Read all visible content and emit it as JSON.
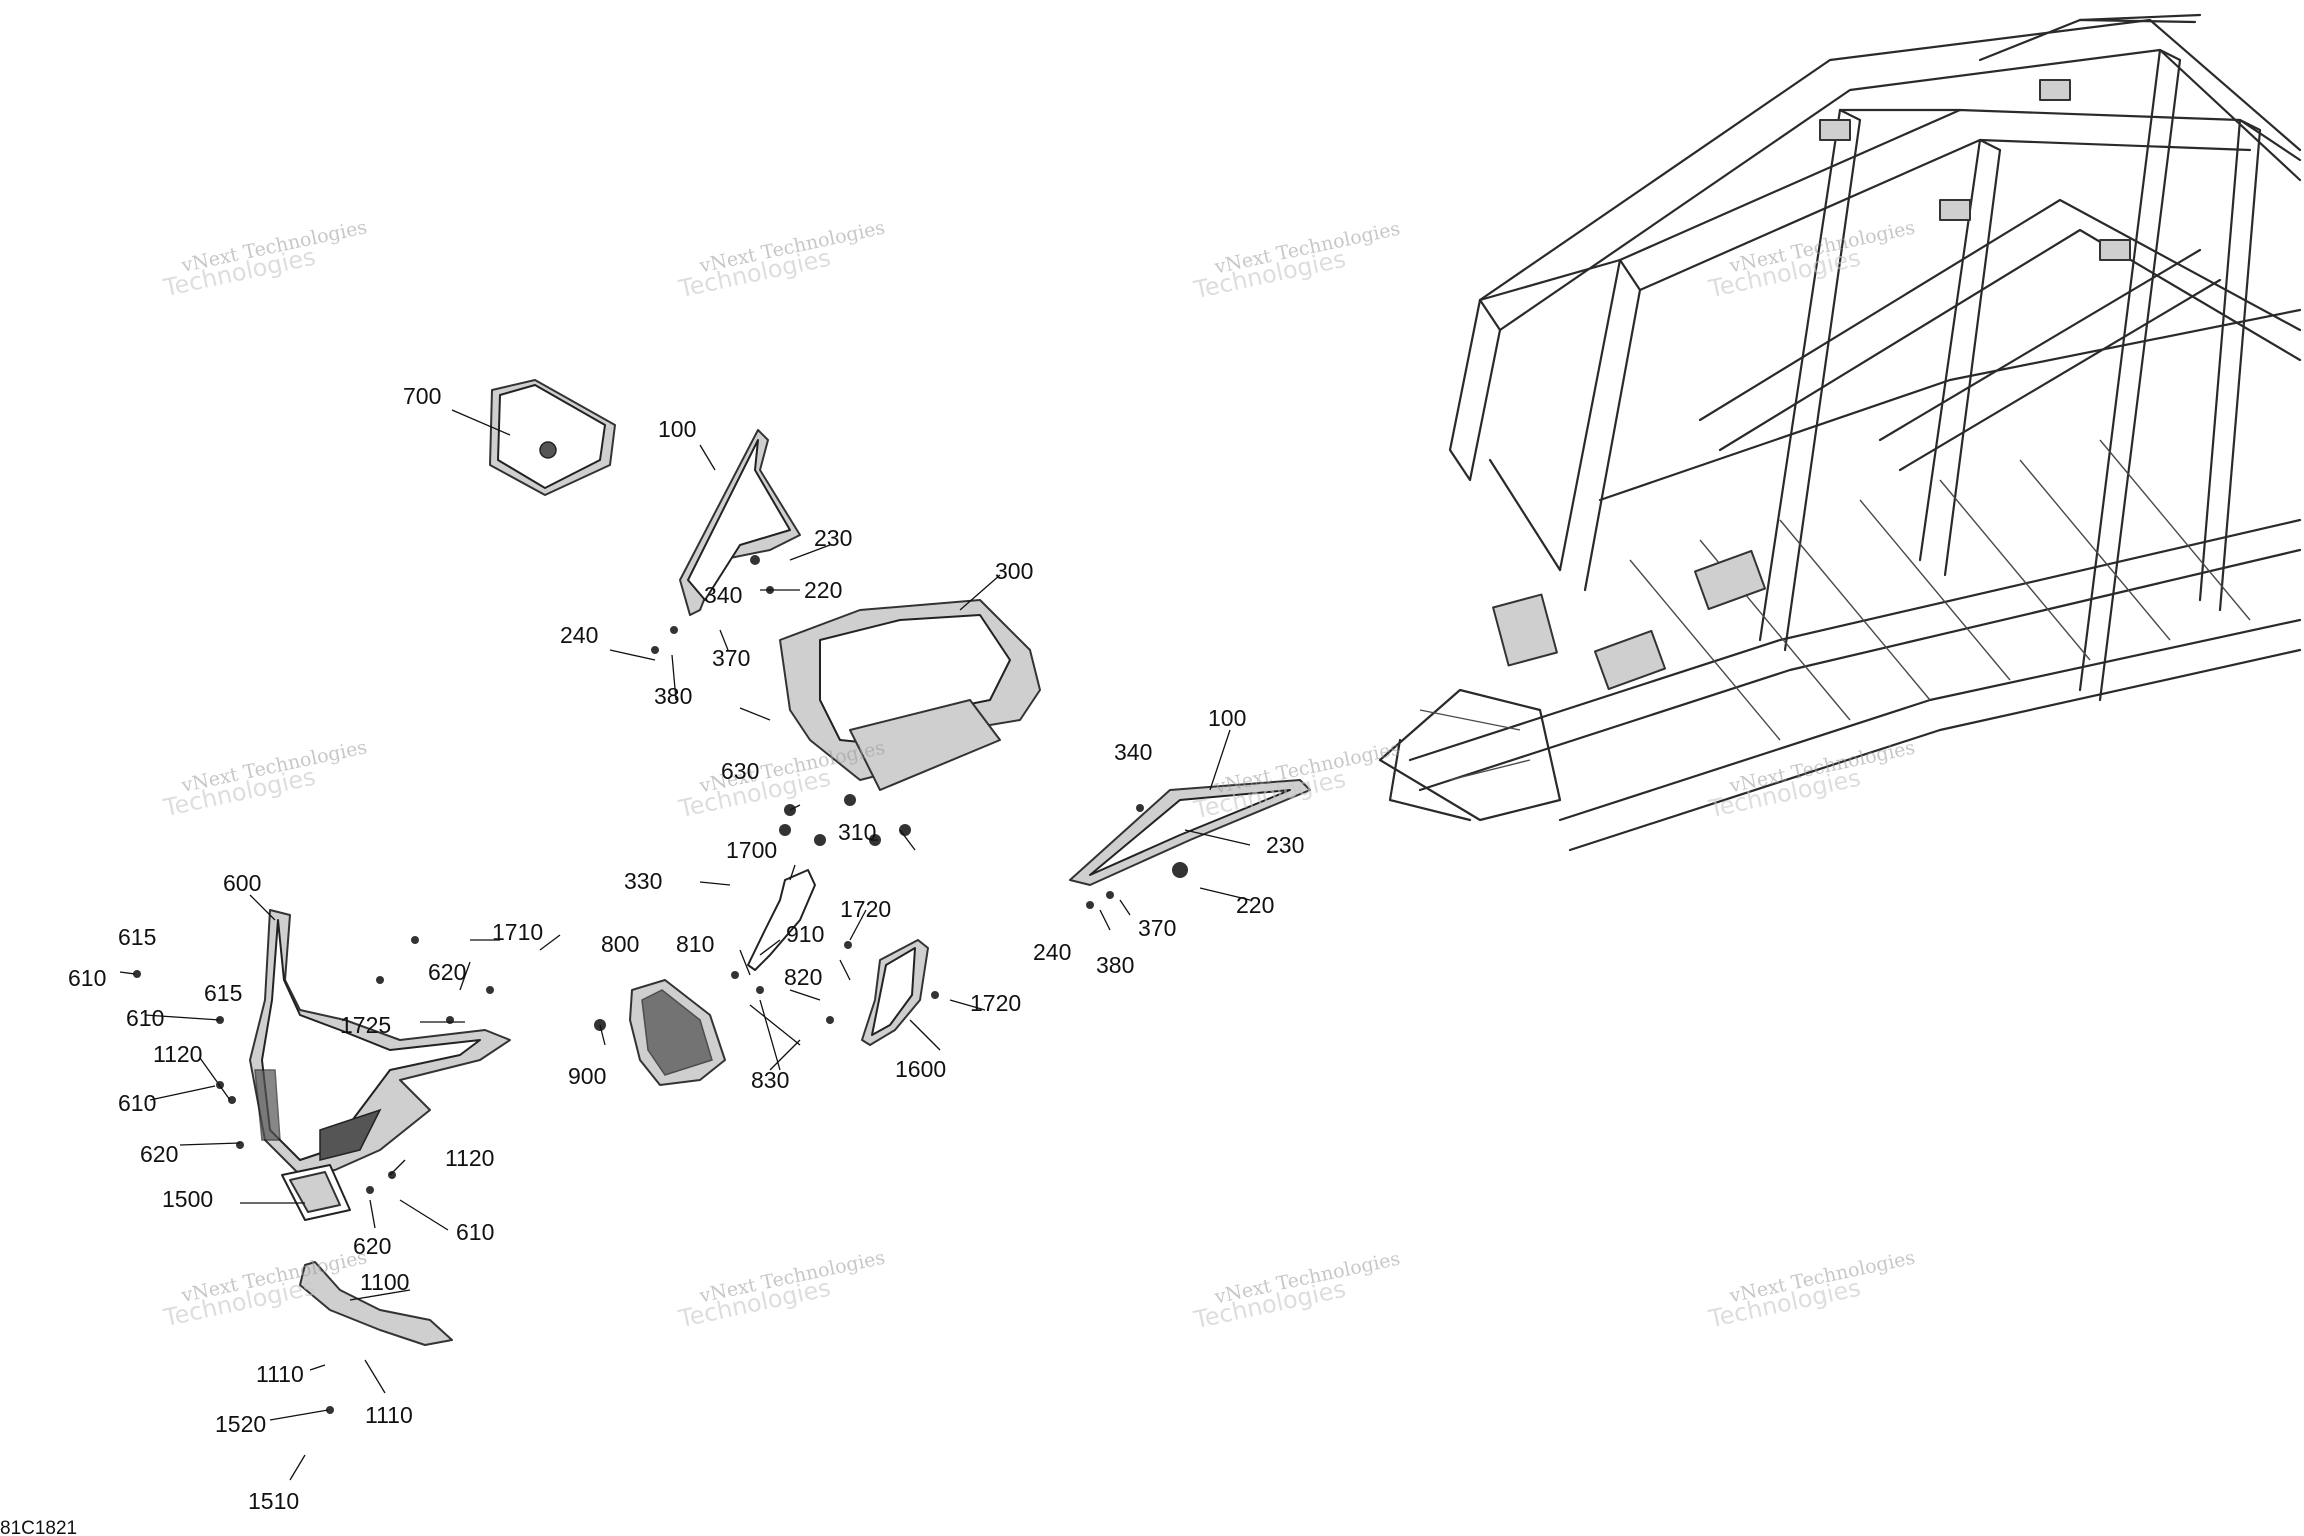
{
  "diagram": {
    "reference_code": "81C1821",
    "watermark": {
      "line1": "vNext Technologies",
      "line2": "Technologies"
    },
    "callouts": [
      "700",
      "100",
      "230",
      "340",
      "220",
      "300",
      "240",
      "370",
      "380",
      "630",
      "310",
      "330",
      "1700",
      "1720",
      "910",
      "810",
      "820",
      "830",
      "800",
      "900",
      "1710",
      "620",
      "1725",
      "600",
      "615",
      "610",
      "1120",
      "1500",
      "1100",
      "1110",
      "1520",
      "1510",
      "1600",
      "100",
      "340",
      "230",
      "220",
      "370",
      "240",
      "380"
    ]
  }
}
